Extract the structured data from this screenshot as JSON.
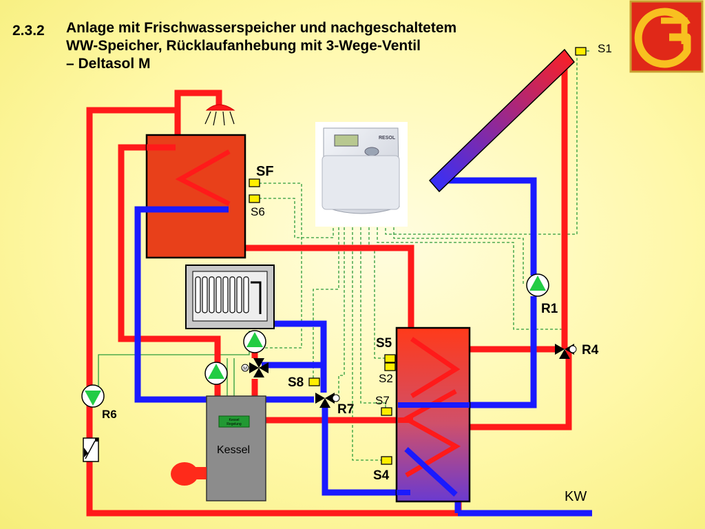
{
  "section_number": "2.3.2",
  "title_lines": [
    "Anlage mit Frischwasserspeicher und nachgeschaltetem",
    "WW-Speicher, Rücklaufanhebung mit 3-Wege-Ventil",
    "– Deltasol M"
  ],
  "controller": {
    "brand": "RESOL",
    "icon": "solar-controller-icon"
  },
  "boiler": {
    "label": "Kessel",
    "control_label": [
      "Kessel",
      "Regelung"
    ]
  },
  "logo": {
    "icon": "company-logo-icon",
    "color": "#e02818"
  },
  "labels": {
    "S1": "S1",
    "SF": "SF",
    "S6": "S6",
    "S5": "S5",
    "S2": "S2",
    "S7": "S7",
    "S8": "S8",
    "S4": "S4",
    "R1": "R1",
    "R4": "R4",
    "R6": "R6",
    "R7": "R7",
    "KW": "KW",
    "M": "M"
  },
  "colors": {
    "hot": "#ff1a1a",
    "cold": "#1a1aff",
    "pump": "#22cc44",
    "sensor": "#ffee00",
    "wire": "#228833"
  }
}
